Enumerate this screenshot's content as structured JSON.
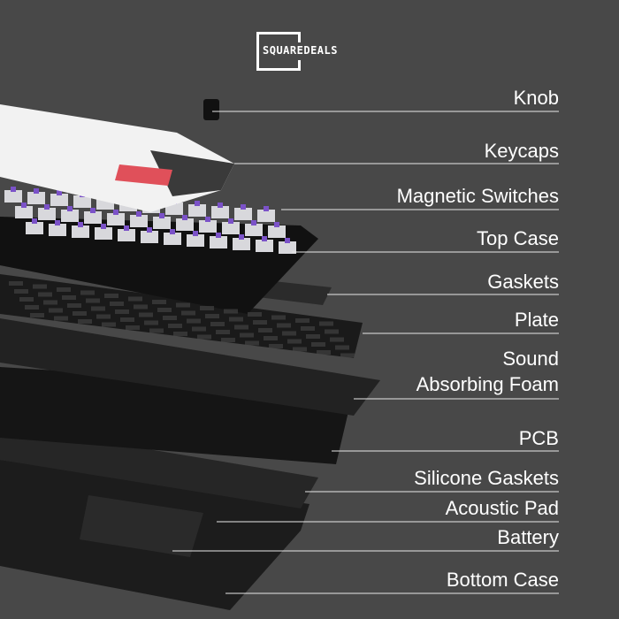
{
  "brand": {
    "logo_text": "SQUAREDEALS"
  },
  "colors": {
    "background": "#484848",
    "label": "#ffffff",
    "accent_keycap": "#e0505a",
    "switch": "#7b52c8"
  },
  "labels": [
    {
      "id": "knob",
      "text": "Knob"
    },
    {
      "id": "keycaps",
      "text": "Keycaps"
    },
    {
      "id": "magnetic-switches",
      "text": "Magnetic Switches"
    },
    {
      "id": "top-case",
      "text": "Top Case"
    },
    {
      "id": "gaskets",
      "text": "Gaskets"
    },
    {
      "id": "plate",
      "text": "Plate"
    },
    {
      "id": "sound-absorbing-foam",
      "text": "Sound",
      "text2": "Absorbing Foam"
    },
    {
      "id": "pcb",
      "text": "PCB"
    },
    {
      "id": "silicone-gaskets",
      "text": "Silicone Gaskets"
    },
    {
      "id": "acoustic-pad",
      "text": "Acoustic Pad"
    },
    {
      "id": "battery",
      "text": "Battery"
    },
    {
      "id": "bottom-case",
      "text": "Bottom Case"
    }
  ]
}
